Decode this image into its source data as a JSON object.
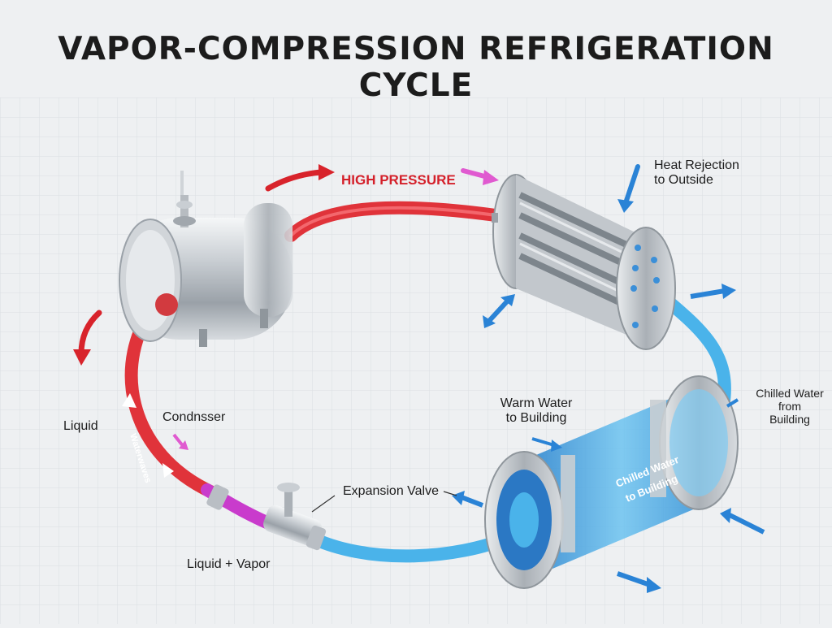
{
  "title": "VAPOR-COMPRESSION REFRIGERATION CYCLE",
  "labels": {
    "high_pressure": "HIGH PRESSURE",
    "heat_rejection": "Heat Rejection",
    "heat_rejection_line2": "to Outside",
    "liquid": "Liquid",
    "condenser": "Condnsser",
    "warm_water": "Warm Water",
    "warm_water_line2": "to Building",
    "chilled_water": "Chilled Water",
    "chilled_water_line2": "from",
    "chilled_water_line3": "Building",
    "expansion_valve": "Expansion Valve",
    "liquid_vapor": "Liquid + Vapor",
    "evaporator_text": "Chilled Water",
    "evaporator_text_line2": "to Building",
    "pipe_text": "Waterwaves"
  },
  "colors": {
    "hot_pipe": "#e0333a",
    "mixed_pipe": "#c93bcc",
    "cold_pipe": "#4ab3ea",
    "arrow_red": "#d8232b",
    "arrow_blue": "#2a83d6",
    "arrow_pink": "#e05ad0",
    "metal": "#b9bec4"
  },
  "icons": [
    "compressor-icon",
    "condenser-icon",
    "expansion-valve-icon",
    "evaporator-icon"
  ]
}
